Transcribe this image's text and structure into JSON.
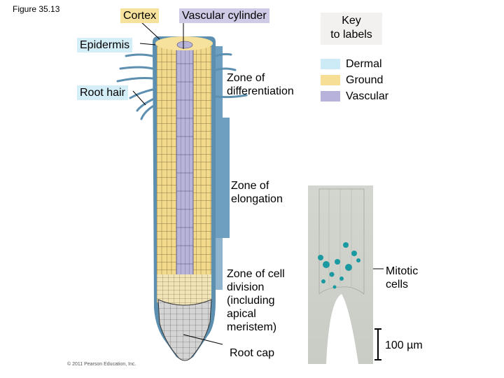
{
  "figure_label": "Figure 35.13",
  "labels": {
    "cortex": "Cortex",
    "vascular_cylinder": "Vascular cylinder",
    "epidermis": "Epidermis",
    "root_hair": "Root hair",
    "zone_differentiation": [
      "Zone of",
      "differentiation"
    ],
    "zone_elongation": [
      "Zone of",
      "elongation"
    ],
    "zone_cell_division": [
      "Zone of cell",
      "division",
      "(including",
      "apical",
      "meristem)"
    ],
    "root_cap": "Root cap",
    "mitotic_cells": [
      "Mitotic",
      "cells"
    ],
    "scale_bar": "100 µm"
  },
  "key": {
    "title": [
      "Key",
      "to labels"
    ],
    "items": [
      {
        "label": "Dermal",
        "color": "#cdeaf7"
      },
      {
        "label": "Ground",
        "color": "#f6df95"
      },
      {
        "label": "Vascular",
        "color": "#b7b2db"
      }
    ]
  },
  "colors": {
    "epidermis_blue": "#5d8fb0",
    "ground_yellow": "#f3d98c",
    "vascular_purple": "#b8b3d9",
    "zone_bar": "#6f9fc0",
    "stain_teal": "#1a9aa0"
  },
  "copyright": "© 2011 Pearson Education, Inc."
}
